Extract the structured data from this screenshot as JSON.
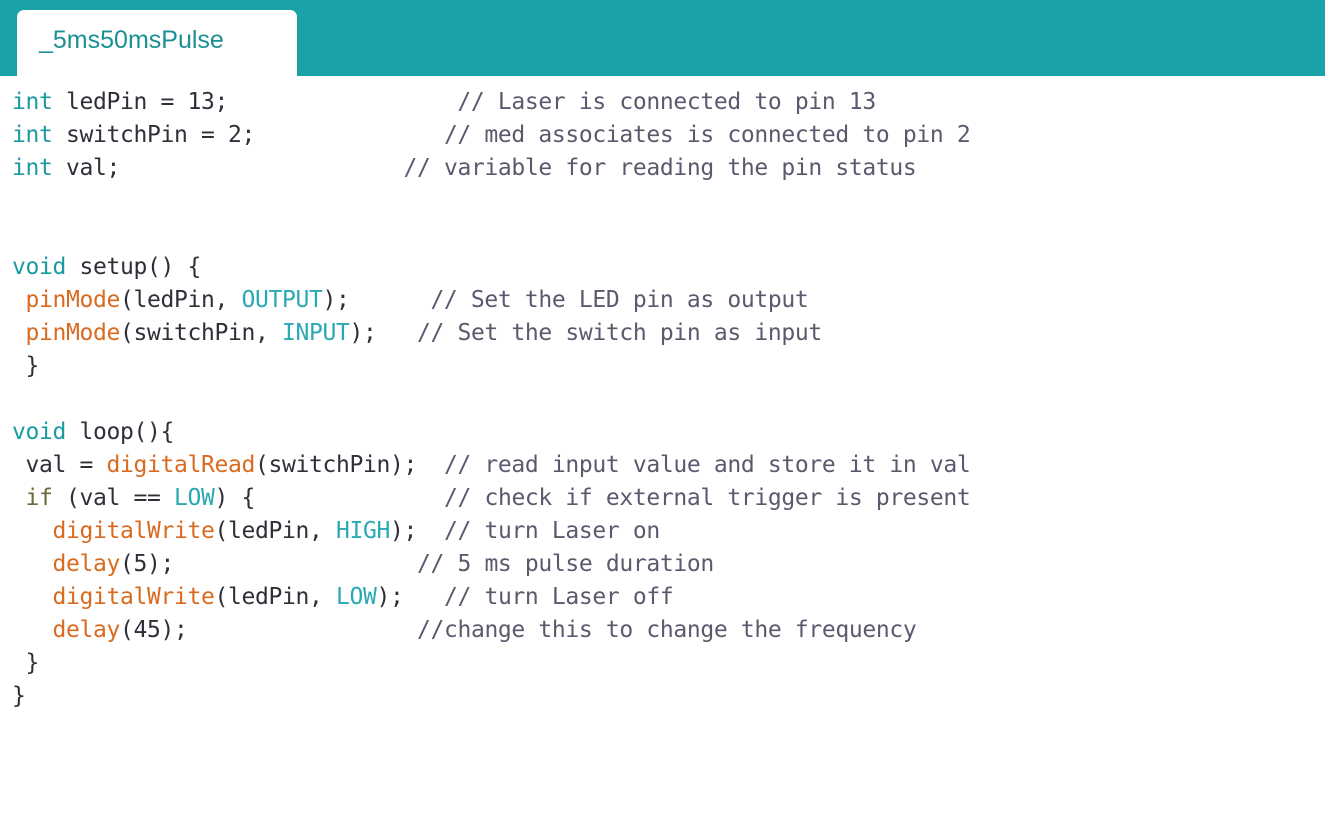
{
  "editor": {
    "tab": {
      "name": "_5ms50msPulse",
      "active": true
    },
    "header_color": "#1aa3a6",
    "background_color": "#ffffff",
    "syntax_colors": {
      "keyword": "#1a9ba3",
      "function": "#d96b20",
      "constant": "#2aa9b5",
      "control": "#6a6a3a",
      "comment": "#5a5a6e",
      "plain": "#2f2f3a"
    },
    "code_lines": [
      {
        "index": 1,
        "text": "int ledPin = 13;                    // Laser is connected to pin 13",
        "tokens": [
          {
            "t": "int",
            "c": "kw"
          },
          {
            "t": " ledPin = 13;",
            "c": "plain"
          },
          {
            "t": "                 ",
            "c": "plain"
          },
          {
            "t": "// Laser is connected to pin 13",
            "c": "cmt"
          }
        ]
      },
      {
        "index": 2,
        "text": "int switchPin = 2;                   // med associates is connected to pin 2",
        "tokens": [
          {
            "t": "int",
            "c": "kw"
          },
          {
            "t": " switchPin = 2;",
            "c": "plain"
          },
          {
            "t": "              ",
            "c": "plain"
          },
          {
            "t": "// med associates is connected to pin 2",
            "c": "cmt"
          }
        ]
      },
      {
        "index": 3,
        "text": "int val;                   // variable for reading the pin status",
        "tokens": [
          {
            "t": "int",
            "c": "kw"
          },
          {
            "t": " val;",
            "c": "plain"
          },
          {
            "t": "                     ",
            "c": "plain"
          },
          {
            "t": "// variable for reading the pin status",
            "c": "cmt"
          }
        ]
      },
      {
        "index": 4,
        "text": "",
        "tokens": []
      },
      {
        "index": 5,
        "text": "",
        "tokens": []
      },
      {
        "index": 6,
        "text": "void setup() {",
        "tokens": [
          {
            "t": "void",
            "c": "kw"
          },
          {
            "t": " setup() {",
            "c": "plain"
          }
        ]
      },
      {
        "index": 7,
        "text": " pinMode(ledPin, OUTPUT);      // Set the LED pin as output",
        "tokens": [
          {
            "t": " ",
            "c": "plain"
          },
          {
            "t": "pinMode",
            "c": "fn"
          },
          {
            "t": "(ledPin, ",
            "c": "plain"
          },
          {
            "t": "OUTPUT",
            "c": "const"
          },
          {
            "t": ");",
            "c": "plain"
          },
          {
            "t": "      ",
            "c": "plain"
          },
          {
            "t": "// Set the LED pin as output",
            "c": "cmt"
          }
        ]
      },
      {
        "index": 8,
        "text": " pinMode(switchPin, INPUT);    // Set the switch pin as input",
        "tokens": [
          {
            "t": " ",
            "c": "plain"
          },
          {
            "t": "pinMode",
            "c": "fn"
          },
          {
            "t": "(switchPin, ",
            "c": "plain"
          },
          {
            "t": "INPUT",
            "c": "const"
          },
          {
            "t": ");",
            "c": "plain"
          },
          {
            "t": "   ",
            "c": "plain"
          },
          {
            "t": "// Set the switch pin as input",
            "c": "cmt"
          }
        ]
      },
      {
        "index": 9,
        "text": " }",
        "tokens": [
          {
            "t": " }",
            "c": "plain"
          }
        ]
      },
      {
        "index": 10,
        "text": "",
        "tokens": []
      },
      {
        "index": 11,
        "text": "void loop(){",
        "tokens": [
          {
            "t": "void",
            "c": "kw"
          },
          {
            "t": " loop(){",
            "c": "plain"
          }
        ]
      },
      {
        "index": 12,
        "text": " val = digitalRead(switchPin);  // read input value and store it in val",
        "tokens": [
          {
            "t": " val = ",
            "c": "plain"
          },
          {
            "t": "digitalRead",
            "c": "fn"
          },
          {
            "t": "(switchPin);",
            "c": "plain"
          },
          {
            "t": "  ",
            "c": "plain"
          },
          {
            "t": "// read input value and store it in val",
            "c": "cmt"
          }
        ]
      },
      {
        "index": 13,
        "text": " if (val == LOW) {                 // check if external trigger is present",
        "tokens": [
          {
            "t": " ",
            "c": "plain"
          },
          {
            "t": "if",
            "c": "ctrl"
          },
          {
            "t": " (val == ",
            "c": "plain"
          },
          {
            "t": "LOW",
            "c": "const"
          },
          {
            "t": ") {",
            "c": "plain"
          },
          {
            "t": "              ",
            "c": "plain"
          },
          {
            "t": "// check if external trigger is present",
            "c": "cmt"
          }
        ]
      },
      {
        "index": 14,
        "text": "   digitalWrite(ledPin, HIGH);  // turn Laser on",
        "tokens": [
          {
            "t": "   ",
            "c": "plain"
          },
          {
            "t": "digitalWrite",
            "c": "fn"
          },
          {
            "t": "(ledPin, ",
            "c": "plain"
          },
          {
            "t": "HIGH",
            "c": "const"
          },
          {
            "t": ");",
            "c": "plain"
          },
          {
            "t": "  ",
            "c": "plain"
          },
          {
            "t": "// turn Laser on",
            "c": "cmt"
          }
        ]
      },
      {
        "index": 15,
        "text": "   delay(5);                     // 5 ms pulse duration",
        "tokens": [
          {
            "t": "   ",
            "c": "plain"
          },
          {
            "t": "delay",
            "c": "fn"
          },
          {
            "t": "(5);",
            "c": "plain"
          },
          {
            "t": "                  ",
            "c": "plain"
          },
          {
            "t": "// 5 ms pulse duration",
            "c": "cmt"
          }
        ]
      },
      {
        "index": 16,
        "text": "   digitalWrite(ledPin, LOW);   // turn Laser off",
        "tokens": [
          {
            "t": "   ",
            "c": "plain"
          },
          {
            "t": "digitalWrite",
            "c": "fn"
          },
          {
            "t": "(ledPin, ",
            "c": "plain"
          },
          {
            "t": "LOW",
            "c": "const"
          },
          {
            "t": ");",
            "c": "plain"
          },
          {
            "t": "   ",
            "c": "plain"
          },
          {
            "t": "// turn Laser off",
            "c": "cmt"
          }
        ]
      },
      {
        "index": 17,
        "text": "   delay(45);                      //change this to change the frequency",
        "tokens": [
          {
            "t": "   ",
            "c": "plain"
          },
          {
            "t": "delay",
            "c": "fn"
          },
          {
            "t": "(45);",
            "c": "plain"
          },
          {
            "t": "                 ",
            "c": "plain"
          },
          {
            "t": "//change this to change the frequency",
            "c": "cmt"
          }
        ]
      },
      {
        "index": 18,
        "text": " }",
        "tokens": [
          {
            "t": " }",
            "c": "plain"
          }
        ]
      },
      {
        "index": 19,
        "text": "}",
        "tokens": [
          {
            "t": "}",
            "c": "plain"
          }
        ]
      }
    ]
  }
}
